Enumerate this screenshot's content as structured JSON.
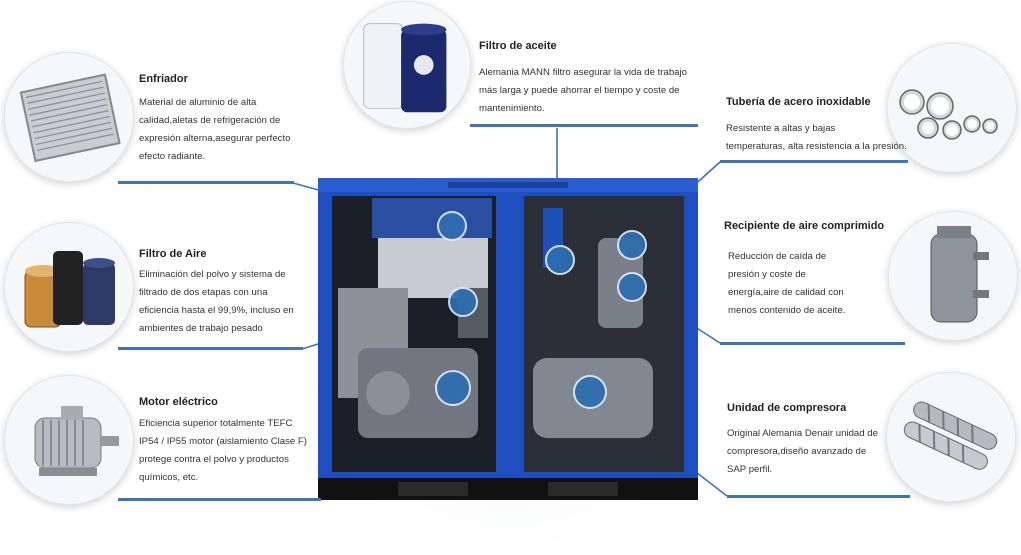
{
  "features": {
    "cooler": {
      "title": "Enfriador",
      "lines": [
        "Material de aluminio de alta",
        "calidad,aletas de refrigeración de",
        "expresión alterna,asegurar perfecto",
        "efecto radiante."
      ]
    },
    "air_filter": {
      "title": "Filtro de Aire",
      "lines": [
        "Eliminación del polvo y sistema de",
        "filtrado de dos etapas con una",
        "eficiencia hasta el 99,9%, incluso en",
        "ambientes de trabajo pesado"
      ]
    },
    "motor": {
      "title": "Motor eléctrico",
      "lines": [
        "Eficiencia superior totalmente TEFC",
        "IP54 / IP55 motor (aislamiento Clase F)",
        "protege contra el polvo y productos",
        "químicos, etc."
      ]
    },
    "oil_filter": {
      "title": "Filtro de aceite",
      "lines": [
        "Alemania MANN filtro asegurar la vida de trabajo",
        "más larga y puede ahorrar el tiempo y coste de",
        "mantenimiento."
      ]
    },
    "steel_pipe": {
      "title": "Tubería de acero inoxidable",
      "lines": [
        "Resistente a altas y bajas",
        "temperaturas, alta resistencia a la presión."
      ]
    },
    "air_tank": {
      "title": "Recipiente de aire comprimido",
      "lines": [
        "Reducción de caída de",
        "presión y coste de",
        "energía,aire de calidad con",
        "menos contenido de aceite."
      ]
    },
    "compressor": {
      "title": "Unidad de compresora",
      "lines": [
        "Original Alemania Denair unidad de",
        "compresora,diseño avanzado de",
        "SAP perfil."
      ]
    }
  },
  "colors": {
    "accent": "#3c76b4",
    "cabinet": "#1f4fbf",
    "dot": "#2e6eb0"
  },
  "icons": {
    "cooler": "radiator-icon",
    "air_filter": "air-filter-icon",
    "motor": "electric-motor-icon",
    "oil_filter": "oil-filter-icon",
    "steel_pipe": "steel-pipes-icon",
    "air_tank": "air-tank-icon",
    "compressor": "screw-rotor-icon"
  }
}
